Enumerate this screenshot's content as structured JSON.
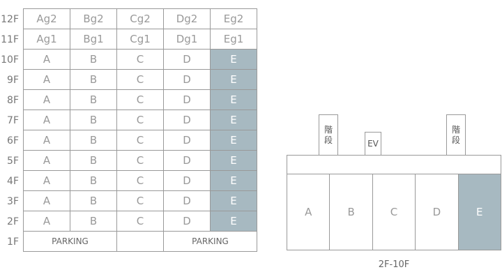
{
  "table": {
    "highlight_color": "#a7b9c1",
    "rows": [
      {
        "floor": "12F",
        "cells": [
          "Ag2",
          "Bg2",
          "Cg2",
          "Dg2",
          "Eg2"
        ],
        "highlight": []
      },
      {
        "floor": "11F",
        "cells": [
          "Ag1",
          "Bg1",
          "Cg1",
          "Dg1",
          "Eg1"
        ],
        "highlight": []
      },
      {
        "floor": "10F",
        "cells": [
          "A",
          "B",
          "C",
          "D",
          "E"
        ],
        "highlight": [
          4
        ]
      },
      {
        "floor": "9F",
        "cells": [
          "A",
          "B",
          "C",
          "D",
          "E"
        ],
        "highlight": [
          4
        ]
      },
      {
        "floor": "8F",
        "cells": [
          "A",
          "B",
          "C",
          "D",
          "E"
        ],
        "highlight": [
          4
        ]
      },
      {
        "floor": "7F",
        "cells": [
          "A",
          "B",
          "C",
          "D",
          "E"
        ],
        "highlight": [
          4
        ]
      },
      {
        "floor": "6F",
        "cells": [
          "A",
          "B",
          "C",
          "D",
          "E"
        ],
        "highlight": [
          4
        ]
      },
      {
        "floor": "5F",
        "cells": [
          "A",
          "B",
          "C",
          "D",
          "E"
        ],
        "highlight": [
          4
        ]
      },
      {
        "floor": "4F",
        "cells": [
          "A",
          "B",
          "C",
          "D",
          "E"
        ],
        "highlight": [
          4
        ]
      },
      {
        "floor": "3F",
        "cells": [
          "A",
          "B",
          "C",
          "D",
          "E"
        ],
        "highlight": [
          4
        ]
      },
      {
        "floor": "2F",
        "cells": [
          "A",
          "B",
          "C",
          "D",
          "E"
        ],
        "highlight": [
          4
        ]
      }
    ],
    "ground": {
      "floor": "1F",
      "parking_left": "PARKING",
      "parking_right": "PARKING"
    }
  },
  "plan": {
    "stairs_left": "階\n段",
    "ev": "EV",
    "stairs_right": "階\n段",
    "units": [
      "A",
      "B",
      "C",
      "D",
      "E"
    ],
    "highlight": [
      4
    ],
    "caption": "2F-10F"
  }
}
